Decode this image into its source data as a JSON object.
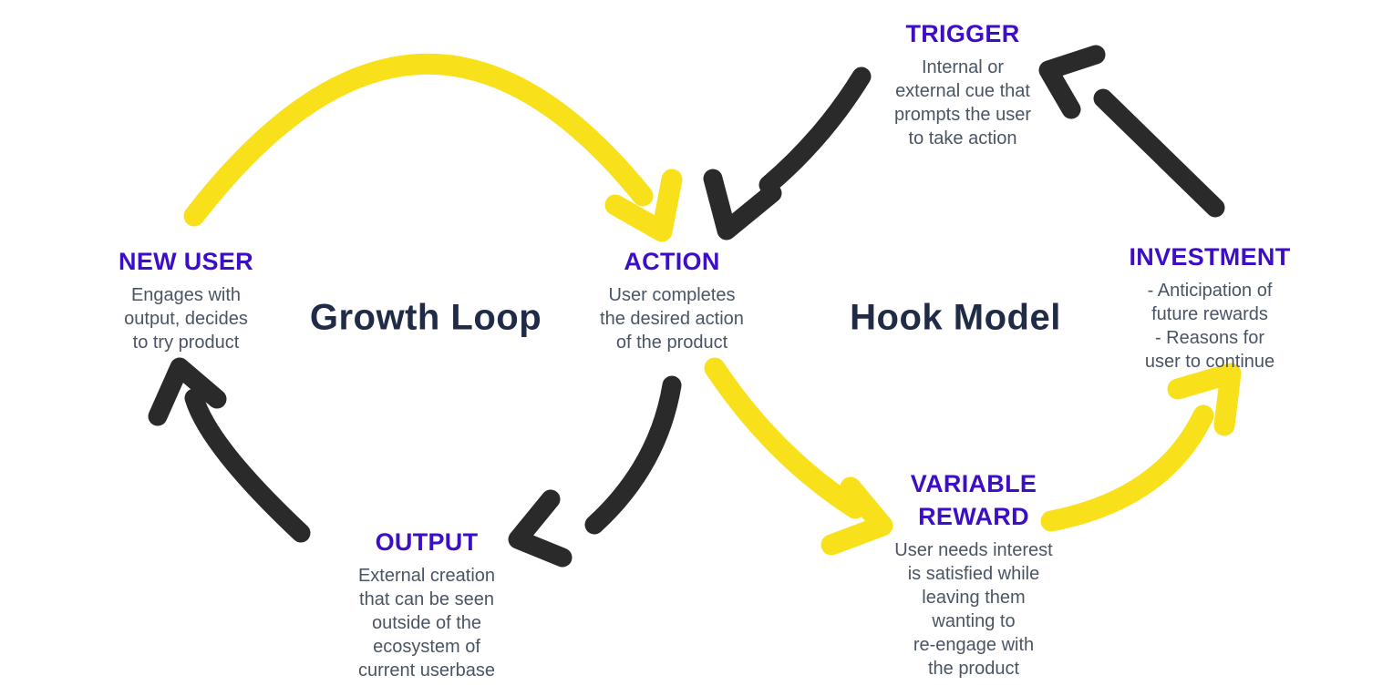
{
  "colors": {
    "accent_yellow": "#F8E11A",
    "arrow_black": "#2A2A2A",
    "heading_purple": "#3C0EC6",
    "title_navy": "#202C47",
    "body_slate": "#4A5564",
    "background": "#FFFFFF"
  },
  "growth_loop": {
    "title": "Growth Loop",
    "nodes": {
      "new_user": {
        "label": "NEW USER",
        "description": "Engages with\noutput, decides\nto try product"
      },
      "action": {
        "label": "ACTION",
        "description": "User completes\nthe desired action\nof the product"
      },
      "output": {
        "label": "OUTPUT",
        "description": "External creation\nthat can be seen\noutside of the\necosystem of\ncurrent userbase"
      }
    }
  },
  "hook_model": {
    "title": "Hook Model",
    "nodes": {
      "trigger": {
        "label": "TRIGGER",
        "description": "Internal or\nexternal cue that\nprompts the user\nto take action"
      },
      "variable_reward": {
        "label": "VARIABLE\nREWARD",
        "description": "User needs interest\nis satisfied while\nleaving them\nwanting to\nre-engage with\nthe product"
      },
      "investment": {
        "label": "INVESTMENT",
        "description": "- Anticipation of\nfuture rewards\n- Reasons for\nuser to continue"
      }
    }
  }
}
